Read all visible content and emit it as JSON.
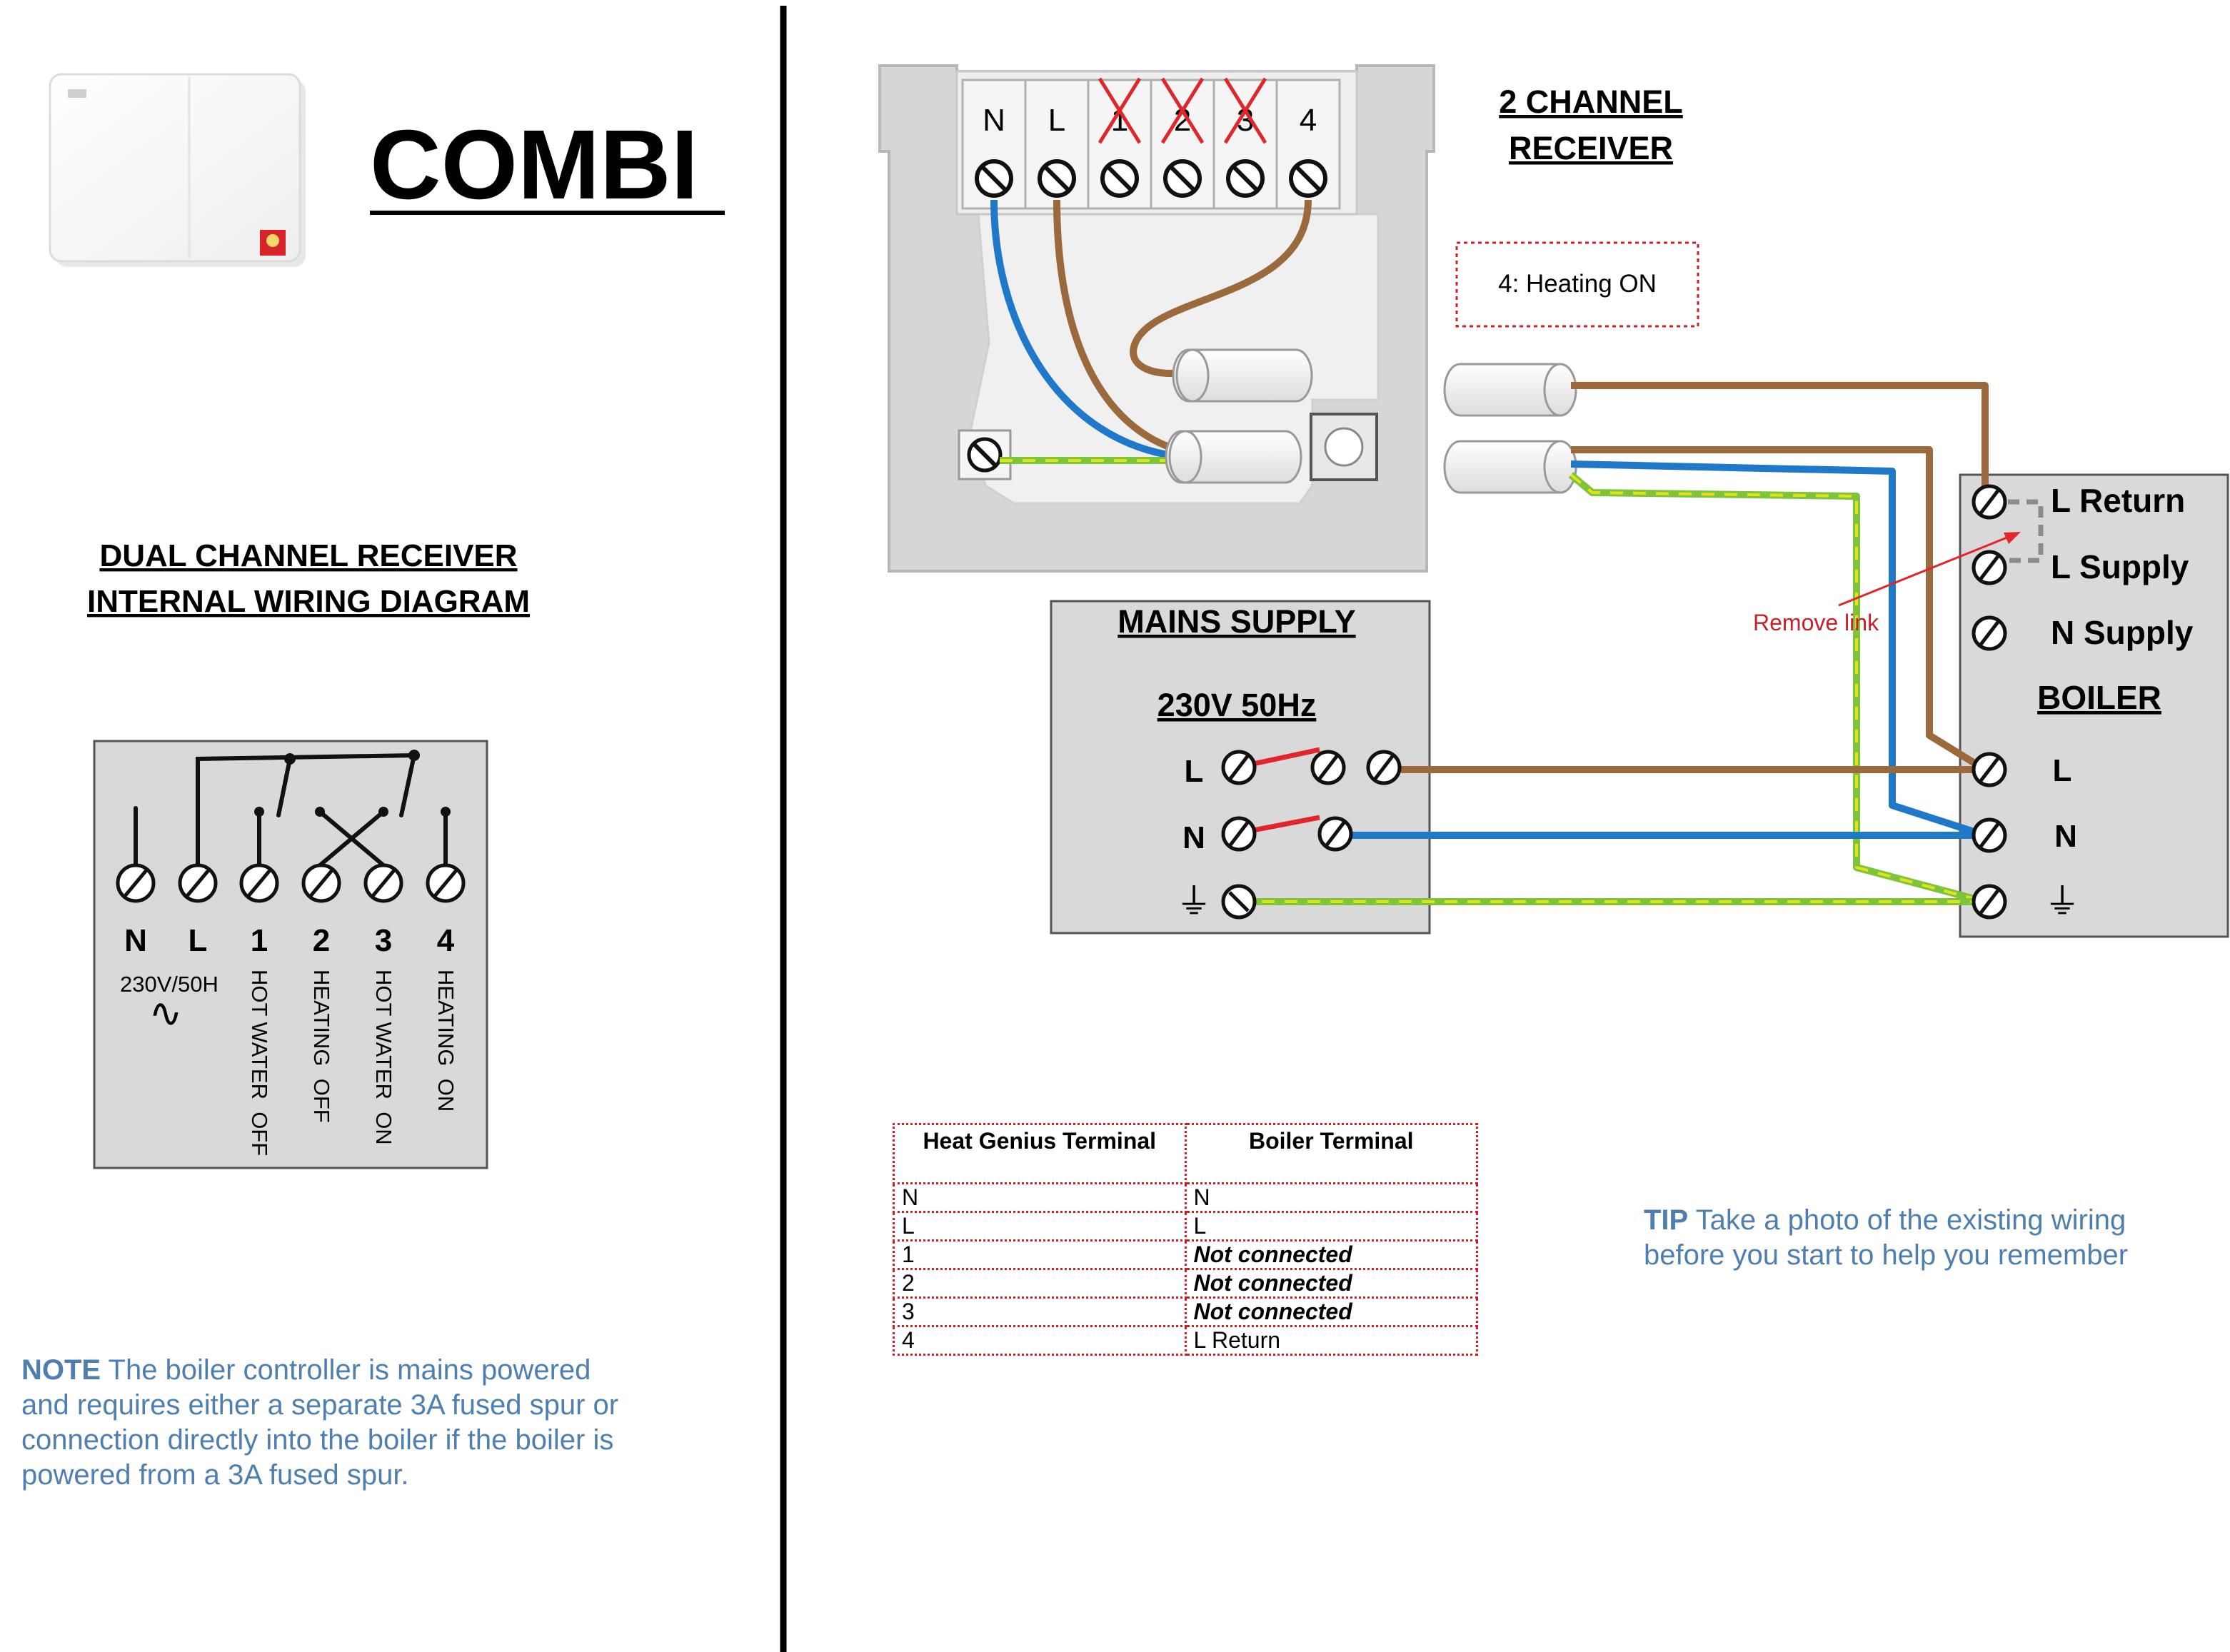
{
  "title": "COMBI",
  "internal": {
    "heading_line1": "DUAL CHANNEL RECEIVER",
    "heading_line2": "INTERNAL WIRING DIAGRAM",
    "terminals": [
      "N",
      "L",
      "1",
      "2",
      "3",
      "4"
    ],
    "supply_label": "230V/50H",
    "supply_symbol": "∿",
    "vertical_labels": [
      "HOT WATER  OFF",
      "HEATING  OFF",
      "HOT WATER  ON",
      "HEATING  ON"
    ]
  },
  "receiver": {
    "heading_line1": "2 CHANNEL",
    "heading_line2": "RECEIVER",
    "terminals": [
      "N",
      "L",
      "1",
      "2",
      "3",
      "4"
    ],
    "callout": "4: Heating ON"
  },
  "mains": {
    "heading": "MAINS SUPPLY",
    "rating": "230V 50Hz",
    "l_label": "L",
    "n_label": "N",
    "earth_symbol": "⏚"
  },
  "boiler": {
    "labels": [
      "L Return",
      "L Supply",
      "N Supply"
    ],
    "heading": "BOILER",
    "l_label": "L",
    "n_label": "N",
    "earth_symbol": "⏚",
    "remove_link": "Remove link"
  },
  "table": {
    "headers": [
      "Heat Genius Terminal",
      "Boiler Terminal"
    ],
    "rows": [
      [
        "N",
        "N"
      ],
      [
        "L",
        "L"
      ],
      [
        "1",
        "Not connected"
      ],
      [
        "2",
        "Not connected"
      ],
      [
        "3",
        "Not connected"
      ],
      [
        "4",
        "L Return"
      ]
    ]
  },
  "note": {
    "label": "NOTE",
    "text": "The boiler controller is mains powered and requires either a separate 3A fused spur or connection directly into the boiler if the boiler is powered from a 3A fused spur."
  },
  "tip": {
    "label": "TIP",
    "text": "Take a photo of the existing wiring before you start to help you remember"
  },
  "colors": {
    "live": "#9a6a3c",
    "neutral": "#1f78c8",
    "earth": "#7dc43a",
    "earth_stripe": "#e2e21a",
    "switch": "#e0262b",
    "accent_text": "#4e7fb0",
    "table_border": "#c8202a"
  }
}
